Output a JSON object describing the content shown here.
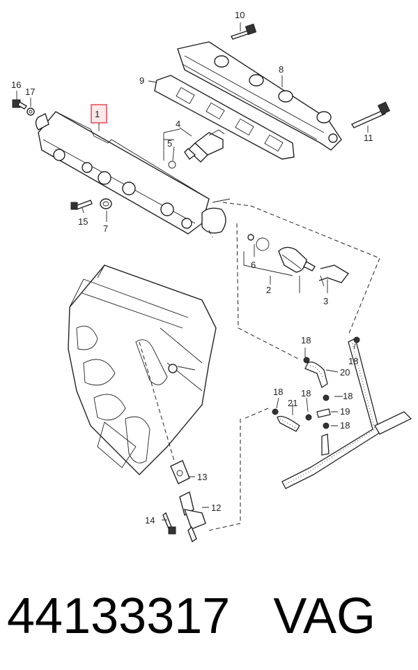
{
  "part_number": "44133317",
  "brand": "VAG",
  "highlight_color": "#e83b4a",
  "callouts": [
    "1",
    "2",
    "3",
    "4",
    "5",
    "6",
    "7",
    "8",
    "9",
    "10",
    "11",
    "12",
    "13",
    "14",
    "15",
    "16",
    "17",
    "18",
    "18",
    "18",
    "18",
    "18",
    "18",
    "19",
    "20",
    "21"
  ]
}
